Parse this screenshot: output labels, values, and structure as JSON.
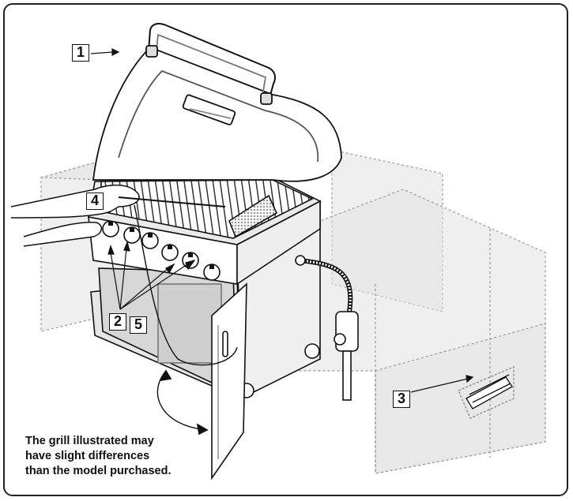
{
  "callouts": {
    "one": "1",
    "two": "2",
    "three": "3",
    "four": "4",
    "five": "5"
  },
  "caption": {
    "line1": "The grill illustrated may",
    "line2": "have slight differences",
    "line3": "than the model purchased."
  },
  "colors": {
    "frame": "#222222",
    "line": "#111111",
    "cabinet_fill": "#dcdcdc",
    "ghost_stroke": "#9a9a9a"
  }
}
